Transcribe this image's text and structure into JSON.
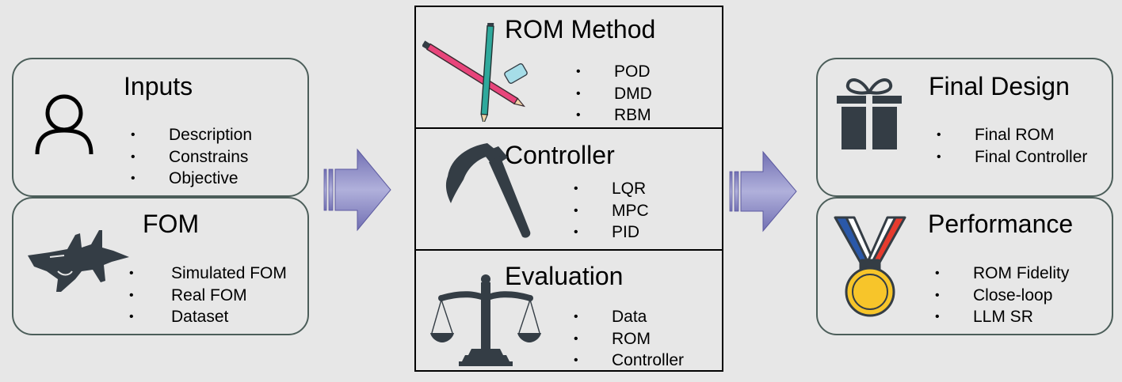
{
  "left": {
    "inputs": {
      "title": "Inputs",
      "items": [
        "Description",
        "Constrains",
        "Objective"
      ],
      "icon": "user-icon"
    },
    "fom": {
      "title": "FOM",
      "items": [
        "Simulated FOM",
        "Real FOM",
        "Dataset"
      ],
      "icon": "fighter-jet-icon"
    }
  },
  "center": {
    "rom_method": {
      "title": "ROM Method",
      "items": [
        "POD",
        "DMD",
        "RBM"
      ],
      "icon": "pencil-eraser-icon"
    },
    "controller": {
      "title": "Controller",
      "items": [
        "LQR",
        "MPC",
        "PID"
      ],
      "icon": "hammer-icon"
    },
    "evaluation": {
      "title": "Evaluation",
      "items": [
        "Data",
        "ROM",
        "Controller"
      ],
      "icon": "balance-scale-icon"
    }
  },
  "right": {
    "final_design": {
      "title": "Final Design",
      "items": [
        "Final ROM",
        "Final Controller"
      ],
      "icon": "gift-icon"
    },
    "performance": {
      "title": "Performance",
      "items": [
        "ROM Fidelity",
        "Close-loop",
        "LLM SR"
      ],
      "icon": "medal-icon"
    }
  },
  "colors": {
    "background": "#e7e7e7",
    "rounded_border": "#4c5e5a",
    "arrow_fill": "#8d8cc4",
    "icon_dark": "#343d45",
    "pencil_pink": "#e8457b",
    "pencil_teal": "#2fa99c",
    "eraser": "#a6dde8",
    "medal_gold": "#f7c52a",
    "ribbon_blue": "#2a58a8",
    "ribbon_red": "#e63b2e"
  }
}
